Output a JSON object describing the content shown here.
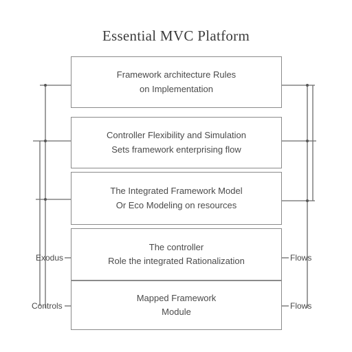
{
  "title": "Essential MVC Platform",
  "boxes": [
    {
      "line1": "Framework architecture Rules",
      "line2": "on Implementation"
    },
    {
      "line1": "Controller Flexibility and Simulation",
      "line2": "Sets framework enterprising flow"
    },
    {
      "line1": "The Integrated Framework Model",
      "line2": "Or Eco Modeling on resources"
    },
    {
      "line1": "The controller",
      "line2": "Role the integrated Rationalization"
    },
    {
      "line1": "Mapped Framework",
      "line2": "Module"
    }
  ],
  "side_labels": {
    "left_upper": "Exodus",
    "left_lower": "Controls",
    "right_upper": "Flows",
    "right_lower": "Flows"
  }
}
